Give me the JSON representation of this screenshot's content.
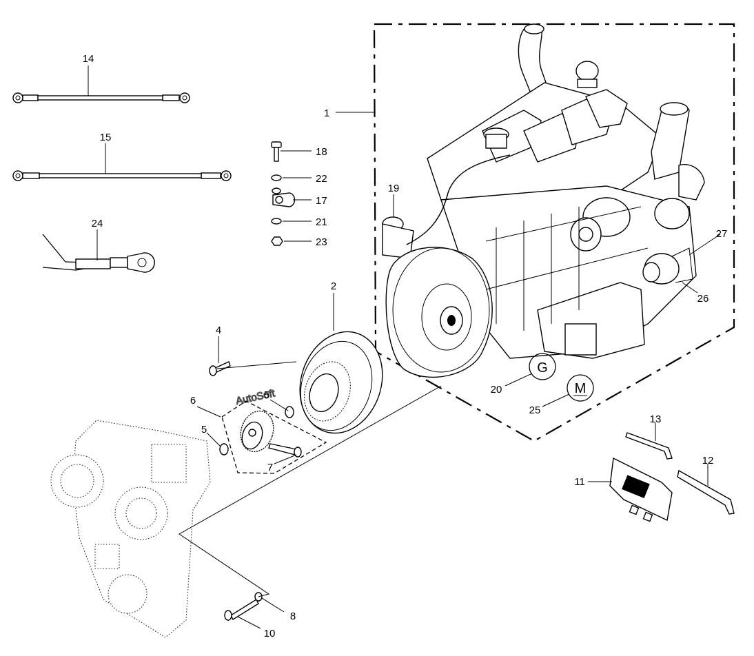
{
  "callouts": {
    "c1": "1",
    "c2": "2",
    "c4": "4",
    "c5a": "5",
    "c5b": "5",
    "c6": "6",
    "c7": "7",
    "c8": "8",
    "c10": "10",
    "c11": "11",
    "c12": "12",
    "c13": "13",
    "c14": "14",
    "c15": "15",
    "c17": "17",
    "c18": "18",
    "c19": "19",
    "c20": "20",
    "c21": "21",
    "c22": "22",
    "c23": "23",
    "c24": "24",
    "c25": "25",
    "c26": "26",
    "c27": "27"
  },
  "symbols": {
    "g": "G",
    "m": "M"
  },
  "watermark": "AutoSoft"
}
